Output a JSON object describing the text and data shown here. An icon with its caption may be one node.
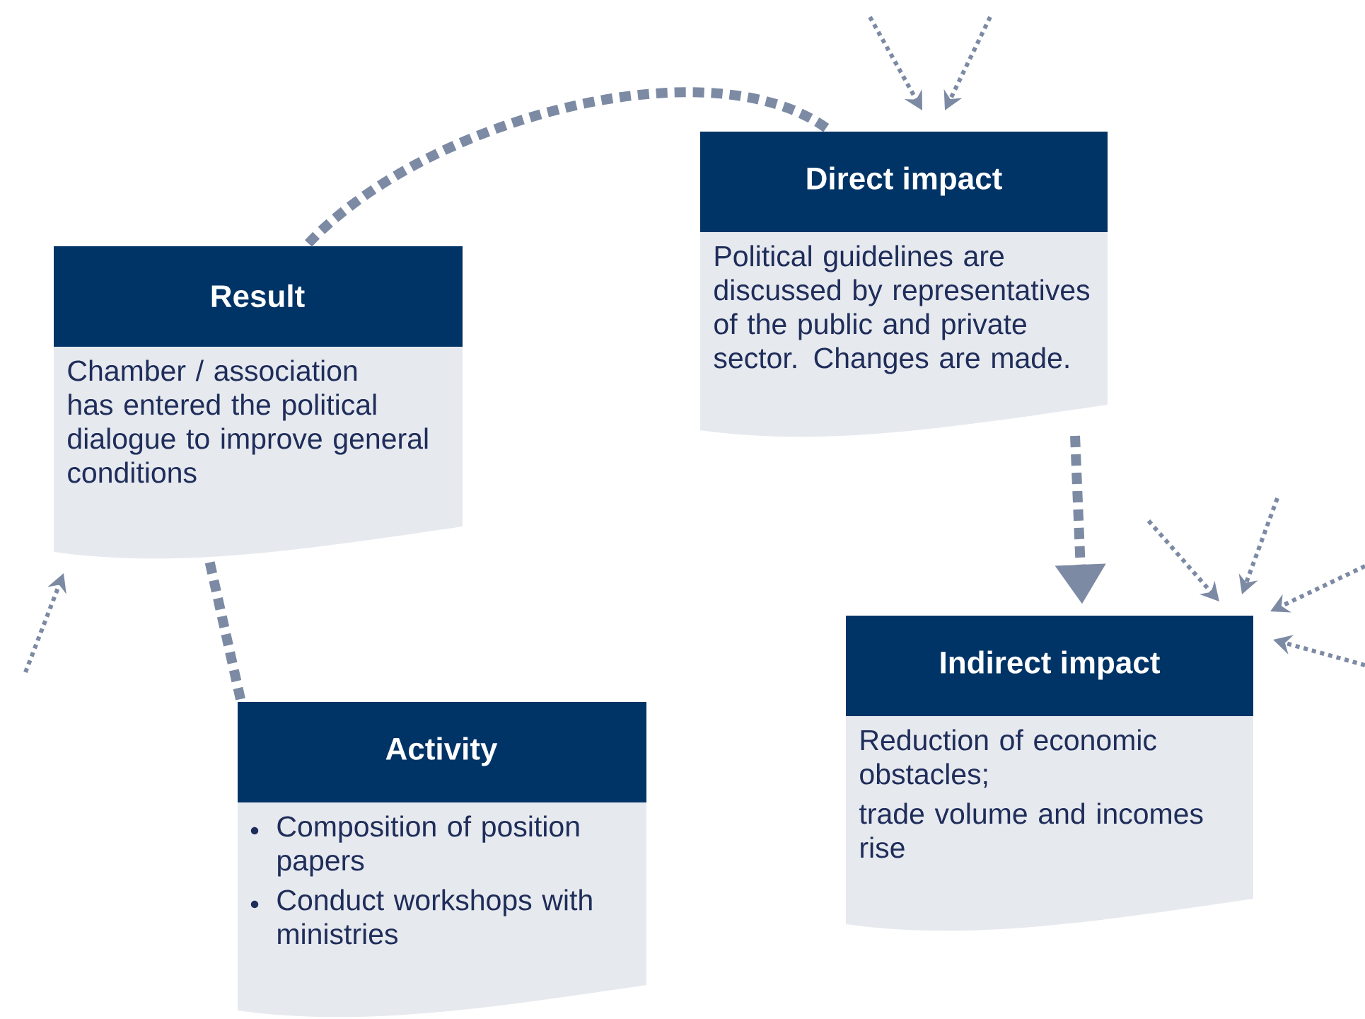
{
  "diagram": {
    "nodes": [
      {
        "text": [
          "Result",
          "Chamber / association has entered the political dialogue to improve general conditions"
        ]
      },
      {
        "text": [
          "Direct impact",
          "Political guidelines are discussed by representatives of the public and private sector. Changes are made."
        ]
      },
      {
        "text": [
          "Activity",
          "Composition of position papers",
          "Conduct workshops with ministries"
        ]
      },
      {
        "text": [
          "Indirect impact",
          "Reduction of economic obstacles;",
          "trade volume and incomes rise"
        ]
      }
    ],
    "edges": [
      {
        "from": 2,
        "to": 0,
        "arrow": "none",
        "style": "dashed"
      },
      {
        "from": 0,
        "to": 1,
        "arrow": "none",
        "style": "dashed"
      },
      {
        "from": 1,
        "to": 3,
        "arrow": "to",
        "style": "dashed"
      },
      {
        "from": null,
        "to": 1,
        "arrow": "to"
      },
      {
        "from": null,
        "to": 1,
        "arrow": "to"
      },
      {
        "from": null,
        "to": 0,
        "arrow": "to"
      },
      {
        "from": null,
        "to": 3,
        "arrow": "to"
      },
      {
        "from": null,
        "to": 3,
        "arrow": "to"
      },
      {
        "from": null,
        "to": 3,
        "arrow": "to"
      },
      {
        "from": null,
        "to": 3,
        "arrow": "to"
      }
    ]
  }
}
